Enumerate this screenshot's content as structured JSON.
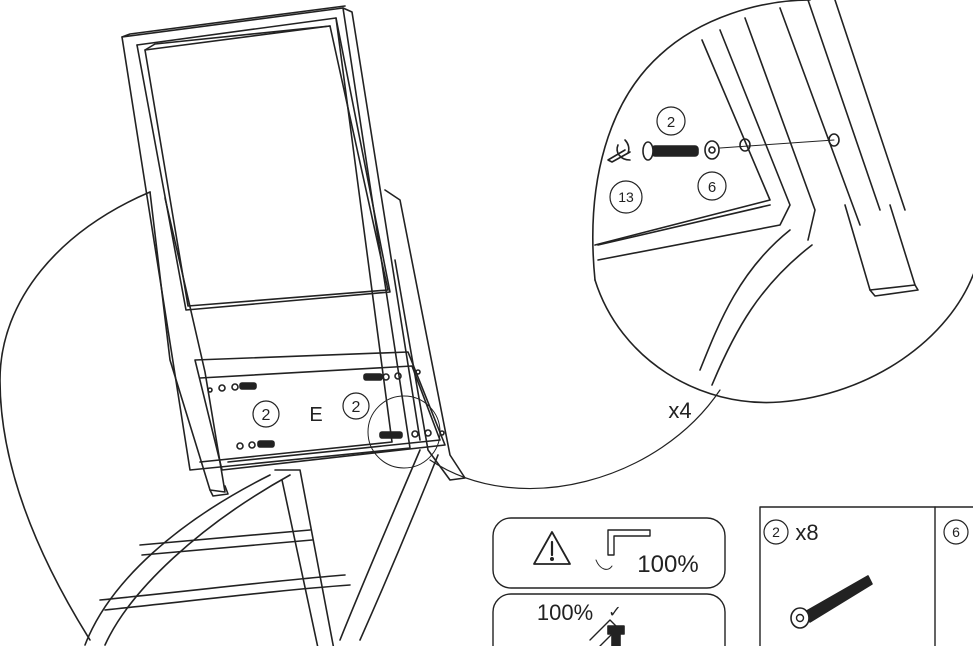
{
  "callouts": {
    "main_left": "2",
    "main_center": "E",
    "main_right": "2",
    "detail_screw": "2",
    "detail_washer": "6",
    "detail_tool": "13"
  },
  "multiplier": "x4",
  "warning_box": {
    "torque_text": "100%"
  },
  "tighten_box": {
    "torque_text": "100%",
    "check_mark": "✓"
  },
  "parts_table": {
    "part_1_callout": "2",
    "part_1_qty": "x8",
    "part_2_callout": "6"
  },
  "colors": {
    "line": "#222222",
    "background": "#ffffff"
  }
}
